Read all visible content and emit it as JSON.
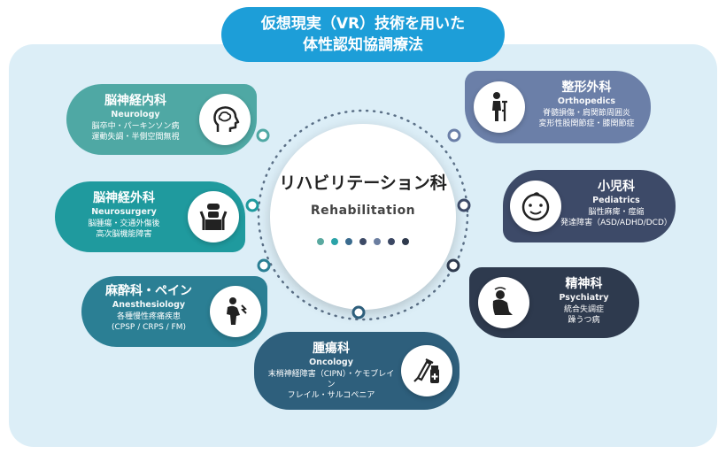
{
  "title": {
    "line1": "仮想現実（VR）技術を用いた",
    "line2": "体性認知協調療法"
  },
  "center": {
    "jp": "リハビリテーション科",
    "en": "Rehabilitation",
    "dot_colors": [
      "#5aa9a0",
      "#2aa3a8",
      "#3a6b8e",
      "#3d4a66",
      "#6b7ea0",
      "#3b4763",
      "#2f3a4d"
    ]
  },
  "departments": [
    {
      "id": "neurology",
      "jp": "脳神経内科",
      "en": "Neurology",
      "desc": [
        "脳卒中・パーキンソン病",
        "運動失調・半側空間無視"
      ],
      "color": "#4fa8a4",
      "icon": "brain-head-icon"
    },
    {
      "id": "neurosurgery",
      "jp": "脳神経外科",
      "en": "Neurosurgery",
      "desc": [
        "脳腫瘍・交通外傷後",
        "高次脳機能障害"
      ],
      "color": "#1f9a9e",
      "icon": "surgeon-icon"
    },
    {
      "id": "anesthesiology",
      "jp": "麻酔科・ペイン",
      "en": "Anesthesiology",
      "desc": [
        "各種慢性疼痛疾患",
        "(CPSP / CRPS / FM)"
      ],
      "color": "#2b7f94",
      "icon": "pain-person-icon"
    },
    {
      "id": "oncology",
      "jp": "腫瘍科",
      "en": "Oncology",
      "desc": [
        "末梢神経障害（CIPN）・ケモブレイン",
        "フレイル・サルコペニア"
      ],
      "color": "#2e5f7c",
      "icon": "syringe-vial-icon"
    },
    {
      "id": "orthopedics",
      "jp": "整形外科",
      "en": "Orthopedics",
      "desc": [
        "脊髄損傷・肩関節周囲炎",
        "変形性股関節症・膝関節症"
      ],
      "color": "#6b7fa8",
      "icon": "crutch-person-icon"
    },
    {
      "id": "pediatrics",
      "jp": "小児科",
      "en": "Pediatrics",
      "desc": [
        "脳性麻痺・痙縮",
        "発達障害（ASD/ADHD/DCD）"
      ],
      "color": "#3d4a68",
      "icon": "baby-face-icon"
    },
    {
      "id": "psychiatry",
      "jp": "精神科",
      "en": "Psychiatry",
      "desc": [
        "統合失調症",
        "躁うつ病"
      ],
      "color": "#2e3a4e",
      "icon": "distressed-person-icon"
    }
  ]
}
